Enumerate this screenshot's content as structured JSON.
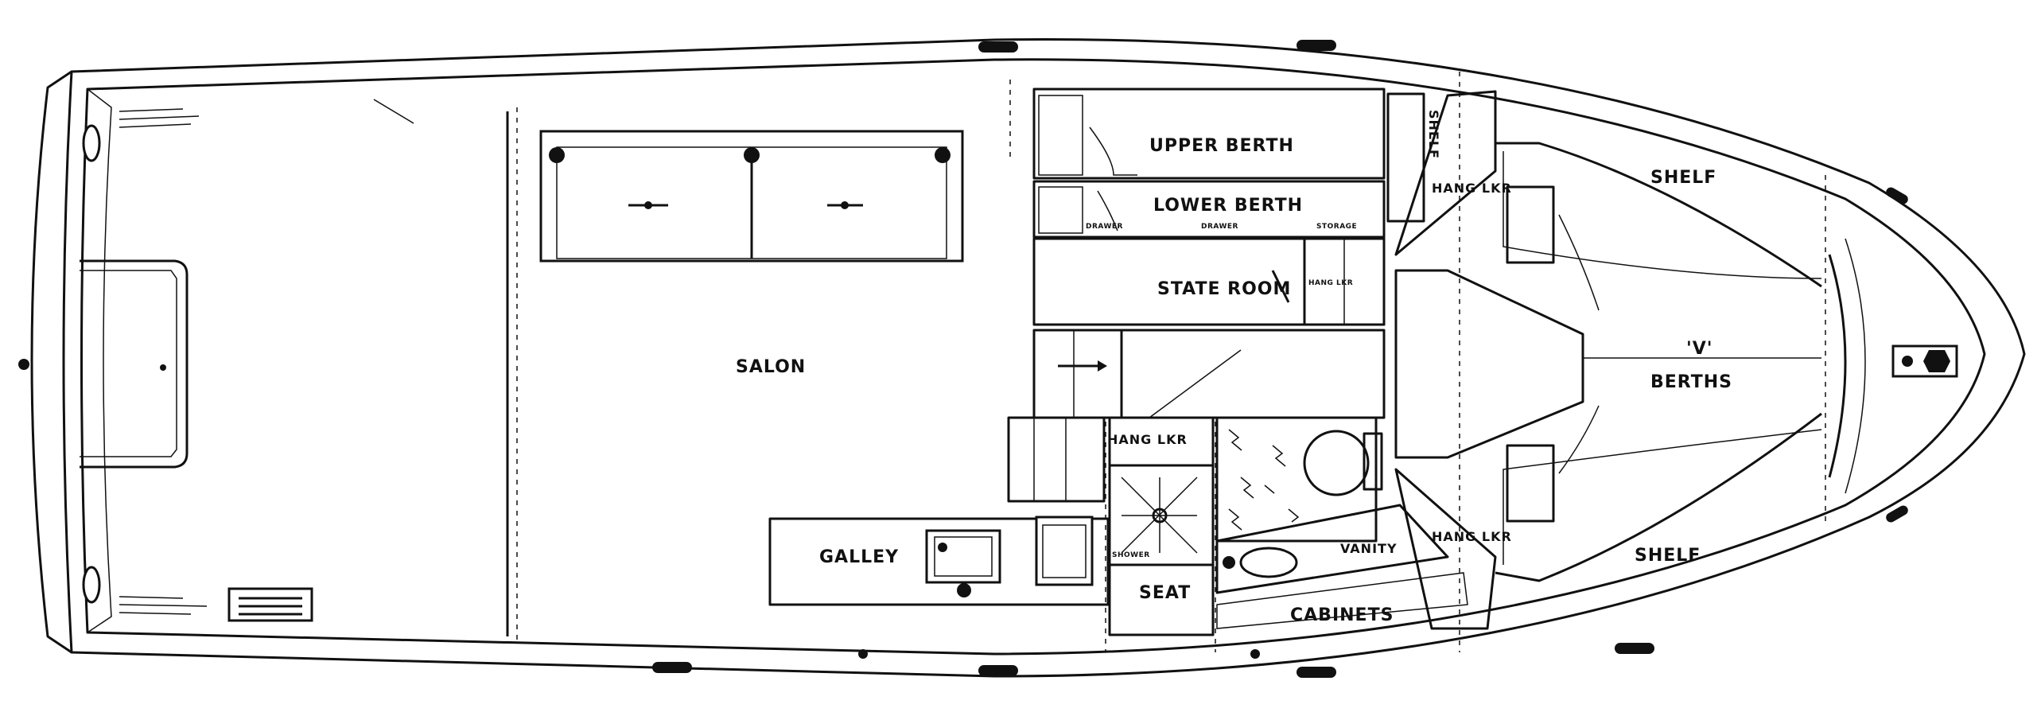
{
  "labels": {
    "salon": "SALON",
    "upper_berth": "UPPER BERTH",
    "lower_berth": "LOWER BERTH",
    "drawer_1": "DRAWER",
    "drawer_2": "DRAWER",
    "storage": "STORAGE",
    "state_room": "STATE ROOM",
    "hang_lkr_small": "HANG LKR",
    "hang_lkr_mid": "HANG LKR",
    "shelf_vertical": "SHELF",
    "hang_lkr_fwd_top": "HANG LKR",
    "hang_lkr_fwd_bottom": "HANG LKR",
    "shelf_top": "SHELF",
    "shelf_bottom": "SHELF",
    "v": "'V'",
    "berths": "BERTHS",
    "galley": "GALLEY",
    "shower": "SHOWER",
    "seat": "SEAT",
    "vanity": "VANITY",
    "cabinets": "CABINETS"
  },
  "colors": {
    "ink": "#111111",
    "paper": "#ffffff"
  }
}
